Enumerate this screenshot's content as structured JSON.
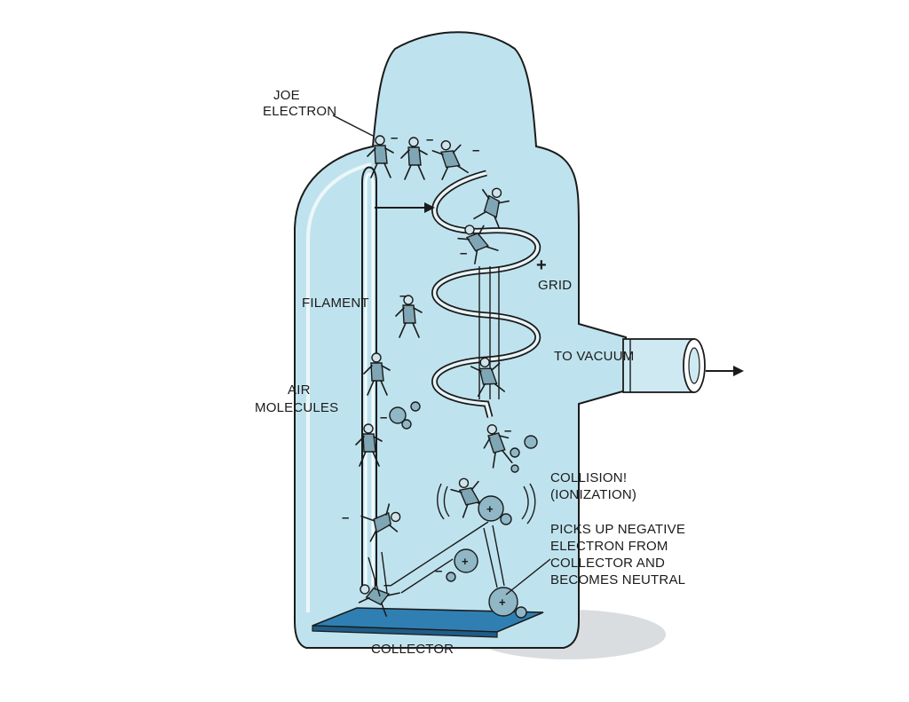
{
  "diagram": {
    "labels": {
      "joe_line1": "JOE",
      "joe_line2": "ELECTRON",
      "filament": "FILAMENT",
      "air_line1": "AIR",
      "air_line2": "MOLECULES",
      "grid": "GRID",
      "to_vacuum": "TO VACUUM",
      "collision_line1": "COLLISION!",
      "collision_line2": "(IONIZATION)",
      "picks_line1": "PICKS UP NEGATIVE",
      "picks_line2": "ELECTRON FROM",
      "picks_line3": "COLLECTOR AND",
      "picks_line4": "BECOMES NEUTRAL",
      "collector": "COLLECTOR"
    },
    "signs": {
      "plus": "+",
      "minus": "–"
    },
    "colors": {
      "glass": "#bfe3ee",
      "glass_outline": "#1b1b1b",
      "collector": "#2f7fb3",
      "figure": "#7fa6b5",
      "molecule": "#8fb7c6"
    }
  }
}
